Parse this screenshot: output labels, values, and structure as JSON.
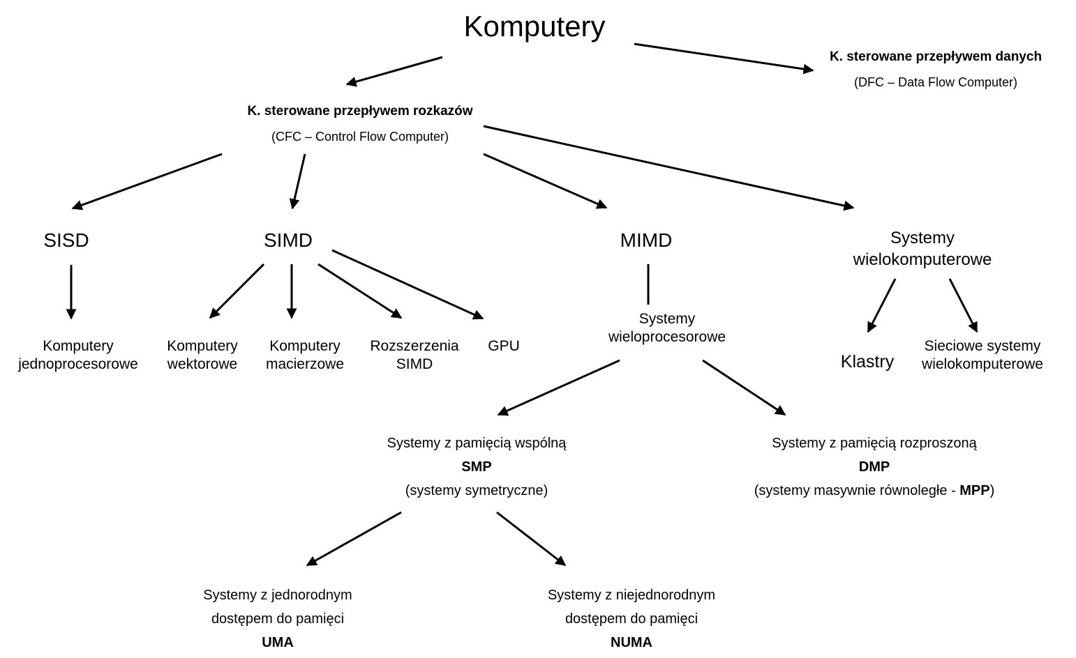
{
  "root": {
    "label": "Komputery"
  },
  "dfc": {
    "label": "K. sterowane przepływem danych",
    "sub": "(DFC – Data Flow Computer)"
  },
  "cfc": {
    "label": "K. sterowane przepływem rozkazów",
    "sub": "(CFC – Control Flow Computer)"
  },
  "sisd": {
    "label": "SISD"
  },
  "simd": {
    "label": "SIMD"
  },
  "mimd": {
    "label": "MIMD"
  },
  "multicomp": {
    "line1": "Systemy",
    "line2": "wielokomputerowe"
  },
  "uniproc": {
    "line1": "Komputery",
    "line2": "jednoprocesorowe"
  },
  "vector": {
    "line1": "Komputery",
    "line2": "wektorowe"
  },
  "matrix": {
    "line1": "Komputery",
    "line2": "macierzowe"
  },
  "simdext": {
    "line1": "Rozszerzenia",
    "line2": "SIMD"
  },
  "gpu": {
    "label": "GPU"
  },
  "multiproc": {
    "line1": "Systemy",
    "line2": "wieloprocesorowe"
  },
  "clusters": {
    "label": "Klastry"
  },
  "netmulti": {
    "line1": "Sieciowe systemy",
    "line2": "wielokomputerowe"
  },
  "shared": {
    "line1": "Systemy z pamięcią wspólną",
    "abbr": "SMP",
    "line3": "(systemy symetryczne)"
  },
  "distributed": {
    "line1": "Systemy z pamięcią rozproszoną",
    "abbr": "DMP",
    "line3_prefix": "(systemy masywnie równoległe - ",
    "line3_bold": "MPP",
    "line3_suffix": ")"
  },
  "uma": {
    "line1": "Systemy z jednorodnym",
    "line2": "dostępem do pamięci",
    "abbr": "UMA"
  },
  "numa": {
    "line1": "Systemy z niejednorodnym",
    "line2": "dostępem do pamięci",
    "abbr": "NUMA"
  }
}
